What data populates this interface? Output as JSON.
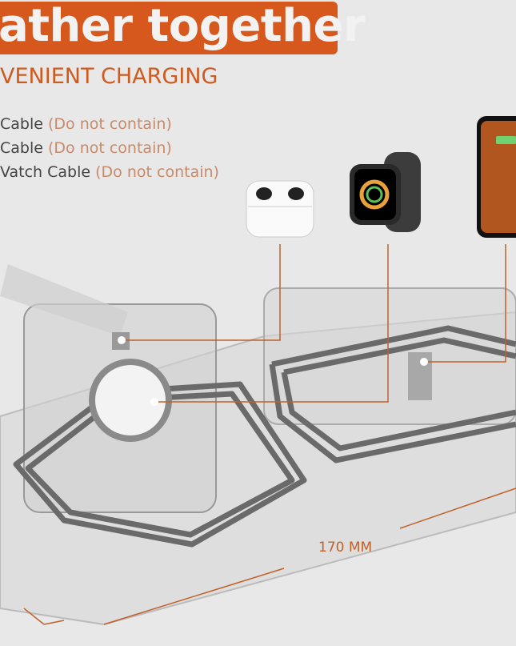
{
  "banner": {
    "title": "ather together",
    "color": "#d6581c"
  },
  "subtitle": "VENIENT CHARGING",
  "cables": [
    {
      "name": "Cable",
      "note": "(Do not contain)"
    },
    {
      "name": " Cable",
      "note": "(Do not contain)"
    },
    {
      "name": "Vatch Cable",
      "note": "(Do not contain)"
    }
  ],
  "dimension_label": "170 MM",
  "devices": [
    "airpods-icon",
    "watch-icon",
    "phone-icon"
  ]
}
